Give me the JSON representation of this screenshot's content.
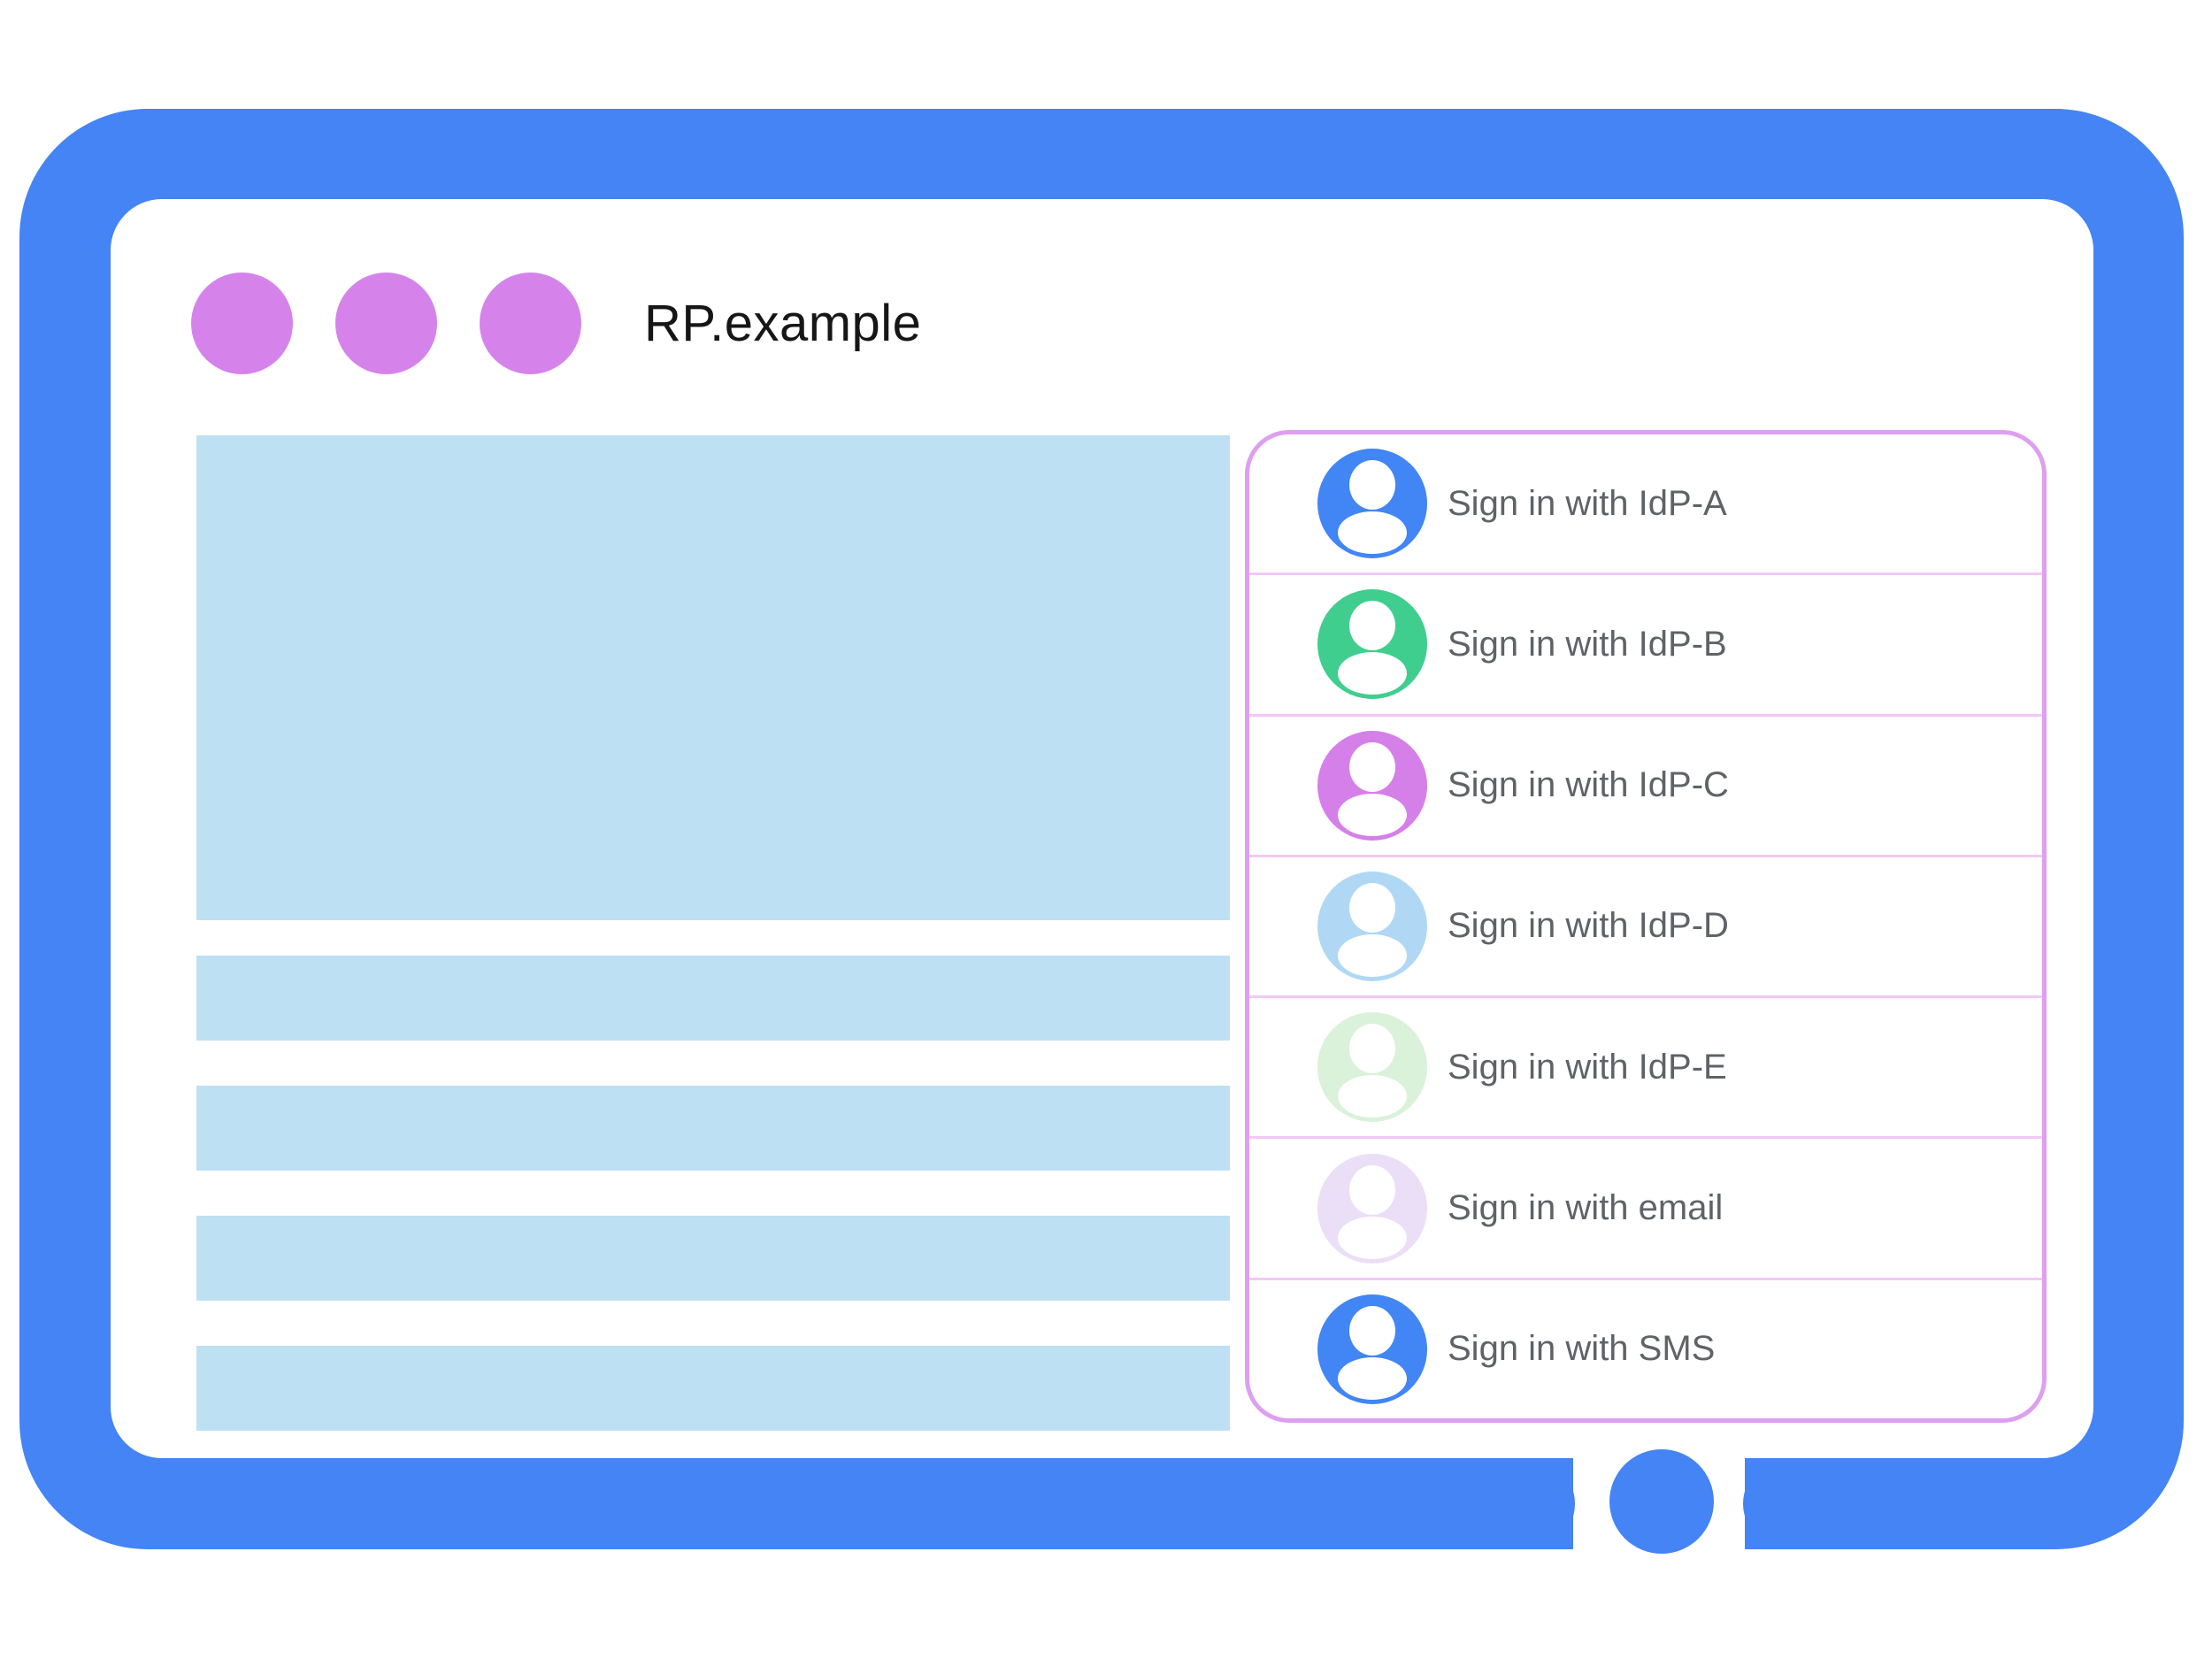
{
  "window": {
    "title": "RP.example"
  },
  "signin_panel": {
    "items": [
      {
        "label": "Sign in with IdP-A",
        "avatar_color": "#4285F4"
      },
      {
        "label": "Sign in with IdP-B",
        "avatar_color": "#3FCE8E"
      },
      {
        "label": "Sign in with IdP-C",
        "avatar_color": "#D57FE9"
      },
      {
        "label": "Sign in with IdP-D",
        "avatar_color": "#B0D8F4"
      },
      {
        "label": "Sign in with IdP-E",
        "avatar_color": "#D9F2D9"
      },
      {
        "label": "Sign in with email",
        "avatar_color": "#EBDEF7"
      },
      {
        "label": "Sign in with SMS",
        "avatar_color": "#4285F4"
      }
    ]
  },
  "icons": {
    "avatar": "person-avatar-icon",
    "home": "home-button"
  },
  "colors": {
    "frame_blue": "#4484F4",
    "window_dot_purple": "#D583EB",
    "content_placeholder_blue": "#BEE0F3",
    "panel_border_violet": "#DE9FF0",
    "panel_divider": "#F2C8F7",
    "label_gray": "#5F6368",
    "title_black": "#161616"
  }
}
